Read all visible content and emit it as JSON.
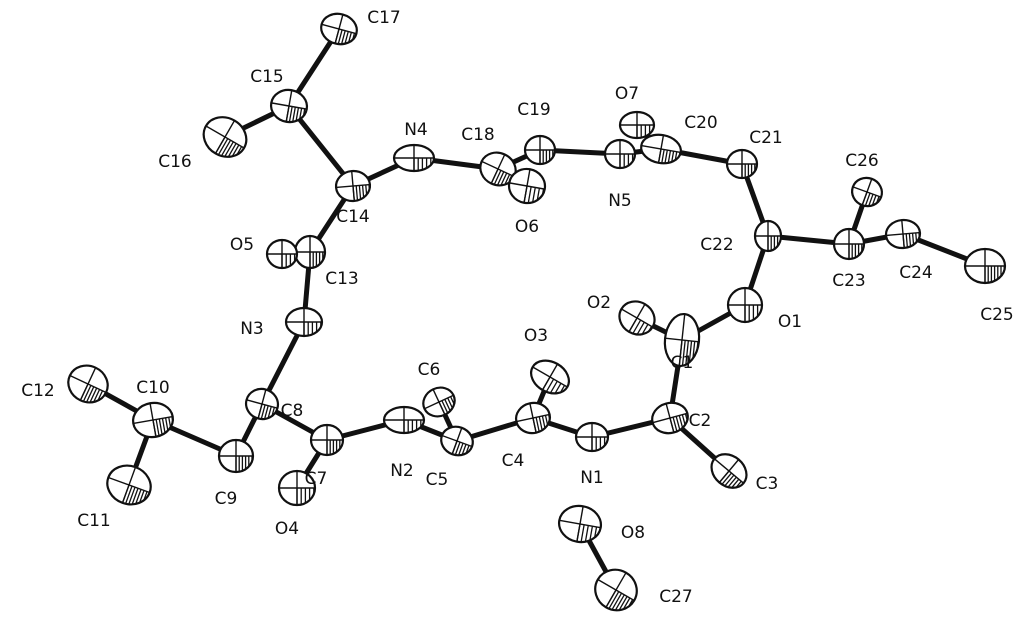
{
  "diagram": {
    "atoms": [
      {
        "id": "C1",
        "label": "C1",
        "kind": "C"
      },
      {
        "id": "C2",
        "label": "C2",
        "kind": "C"
      },
      {
        "id": "C3",
        "label": "C3",
        "kind": "C"
      },
      {
        "id": "C4",
        "label": "C4",
        "kind": "C"
      },
      {
        "id": "C5",
        "label": "C5",
        "kind": "C"
      },
      {
        "id": "C6",
        "label": "C6",
        "kind": "C"
      },
      {
        "id": "C7",
        "label": "C7",
        "kind": "C"
      },
      {
        "id": "C8",
        "label": "C8",
        "kind": "C"
      },
      {
        "id": "C9",
        "label": "C9",
        "kind": "C"
      },
      {
        "id": "C10",
        "label": "C10",
        "kind": "C"
      },
      {
        "id": "C11",
        "label": "C11",
        "kind": "C"
      },
      {
        "id": "C12",
        "label": "C12",
        "kind": "C"
      },
      {
        "id": "C13",
        "label": "C13",
        "kind": "C"
      },
      {
        "id": "C14",
        "label": "C14",
        "kind": "C"
      },
      {
        "id": "C15",
        "label": "C15",
        "kind": "C"
      },
      {
        "id": "C16",
        "label": "C16",
        "kind": "C"
      },
      {
        "id": "C17",
        "label": "C17",
        "kind": "C"
      },
      {
        "id": "C18",
        "label": "C18",
        "kind": "C"
      },
      {
        "id": "C19",
        "label": "C19",
        "kind": "C"
      },
      {
        "id": "C20",
        "label": "C20",
        "kind": "C"
      },
      {
        "id": "C21",
        "label": "C21",
        "kind": "C"
      },
      {
        "id": "C22",
        "label": "C22",
        "kind": "C"
      },
      {
        "id": "C23",
        "label": "C23",
        "kind": "C"
      },
      {
        "id": "C24",
        "label": "C24",
        "kind": "C"
      },
      {
        "id": "C25",
        "label": "C25",
        "kind": "C"
      },
      {
        "id": "C26",
        "label": "C26",
        "kind": "C"
      },
      {
        "id": "C27",
        "label": "C27",
        "kind": "C"
      },
      {
        "id": "N1",
        "label": "N1",
        "kind": "N"
      },
      {
        "id": "N2",
        "label": "N2",
        "kind": "N"
      },
      {
        "id": "N3",
        "label": "N3",
        "kind": "N"
      },
      {
        "id": "N4",
        "label": "N4",
        "kind": "N"
      },
      {
        "id": "N5",
        "label": "N5",
        "kind": "N"
      },
      {
        "id": "O1",
        "label": "O1",
        "kind": "O"
      },
      {
        "id": "O2",
        "label": "O2",
        "kind": "O"
      },
      {
        "id": "O3",
        "label": "O3",
        "kind": "O"
      },
      {
        "id": "O4",
        "label": "O4",
        "kind": "O"
      },
      {
        "id": "O5",
        "label": "O5",
        "kind": "O"
      },
      {
        "id": "O6",
        "label": "O6",
        "kind": "O"
      },
      {
        "id": "O7",
        "label": "O7",
        "kind": "O"
      },
      {
        "id": "O8",
        "label": "O8",
        "kind": "O"
      }
    ],
    "bonds": [
      [
        "C1",
        "O1"
      ],
      [
        "C1",
        "O2"
      ],
      [
        "C1",
        "C2"
      ],
      [
        "C2",
        "C3"
      ],
      [
        "C2",
        "N1"
      ],
      [
        "N1",
        "C4"
      ],
      [
        "C4",
        "O3"
      ],
      [
        "C4",
        "C5"
      ],
      [
        "C5",
        "C6"
      ],
      [
        "C5",
        "N2"
      ],
      [
        "N2",
        "C7"
      ],
      [
        "C7",
        "O4"
      ],
      [
        "C7",
        "C8"
      ],
      [
        "C8",
        "C9"
      ],
      [
        "C8",
        "N3"
      ],
      [
        "C9",
        "C10"
      ],
      [
        "C10",
        "C11"
      ],
      [
        "C10",
        "C12"
      ],
      [
        "N3",
        "C13"
      ],
      [
        "C13",
        "O5"
      ],
      [
        "C13",
        "C14"
      ],
      [
        "C14",
        "C15"
      ],
      [
        "C14",
        "N4"
      ],
      [
        "C15",
        "C16"
      ],
      [
        "C15",
        "C17"
      ],
      [
        "N4",
        "C18"
      ],
      [
        "C18",
        "O6"
      ],
      [
        "C18",
        "C19"
      ],
      [
        "C19",
        "N5"
      ],
      [
        "N5",
        "C20"
      ],
      [
        "C20",
        "O7"
      ],
      [
        "C20",
        "C21"
      ],
      [
        "C21",
        "C22"
      ],
      [
        "C22",
        "O1"
      ],
      [
        "C22",
        "C23"
      ],
      [
        "C23",
        "C24"
      ],
      [
        "C23",
        "C26"
      ],
      [
        "C24",
        "C25"
      ],
      [
        "O8",
        "C27"
      ]
    ]
  }
}
